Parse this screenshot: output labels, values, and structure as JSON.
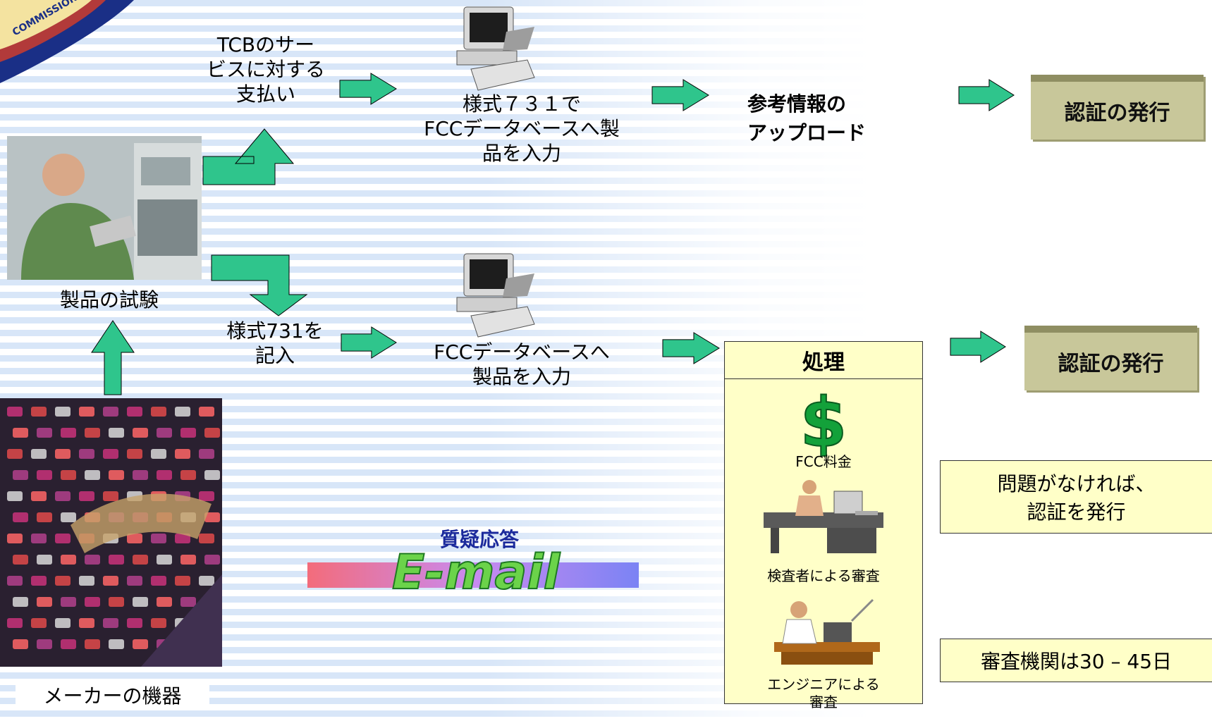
{
  "nodes": {
    "payment": "TCBのサービスに対する支払い",
    "payment_lines": [
      "TCBのサー",
      "ビスに対する",
      "支払い"
    ],
    "form_entry_top": [
      "様式７３１で",
      "FCCデータベースへ製",
      "品を入力"
    ],
    "upload_ref": [
      "参考情報の",
      "アップロード"
    ],
    "cert_issue_top": "認証の発行",
    "product_test": "製品の試験",
    "form_fill": [
      "様式731を",
      "記入"
    ],
    "form_entry_bottom": [
      "FCCデータベースへ",
      "製品を入力"
    ],
    "cert_issue_bottom": "認証の発行",
    "process_title": "処理",
    "fcc_fee": "FCC料金",
    "examiner_review": "検査者による審査",
    "engineer_review": [
      "エンジニアによる",
      "審査"
    ],
    "no_problem": [
      "問題がなければ、",
      "認証を発行"
    ],
    "review_period": "審査機関は30 – 45日",
    "qa": "質疑応答",
    "email": "E-mail",
    "manufacturer_equipment": "メーカーの機器"
  },
  "icons": {
    "seal": "fcc-seal-icon",
    "computer": "computer-icon",
    "dollar": "dollar-icon",
    "examiner": "desk-worker-icon",
    "engineer": "engineer-icon"
  },
  "colors": {
    "arrow": "#2fc58c",
    "cert_box": "#c8c79a",
    "yellow_box": "#ffffc8",
    "stripe": "#d8e6f8"
  }
}
